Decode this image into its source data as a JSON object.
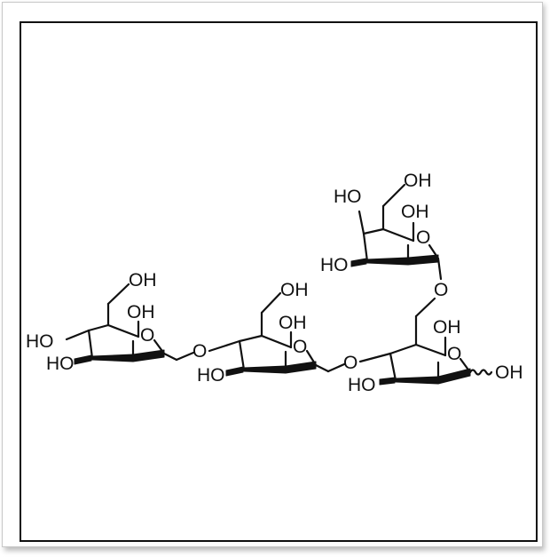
{
  "labels": {
    "ring1": {
      "oh_top": "OH",
      "oh_mid": "OH",
      "ho_left": "HO",
      "ho_low": "HO",
      "ring_o": "O"
    },
    "ring2": {
      "oh_top": "OH",
      "oh_mid": "OH",
      "ho_low": "HO",
      "ring_o": "O"
    },
    "ring3": {
      "oh_top": "OH",
      "oh_mid": "OH",
      "ho_left": "HO",
      "ho_low": "HO",
      "ring_o": "O"
    },
    "ring4": {
      "oh_top": "OH",
      "ho_low": "HO",
      "ring_o": "O",
      "oh_anomeric": "OH"
    },
    "links": {
      "o_link_1_2": "O",
      "o_link_2_4": "O",
      "o_link_3_4": "O"
    }
  },
  "colors": {
    "ink": "#111111",
    "frame": "#111111",
    "card_border": "#c8c8c8",
    "shadow": "#bdbdbd"
  }
}
